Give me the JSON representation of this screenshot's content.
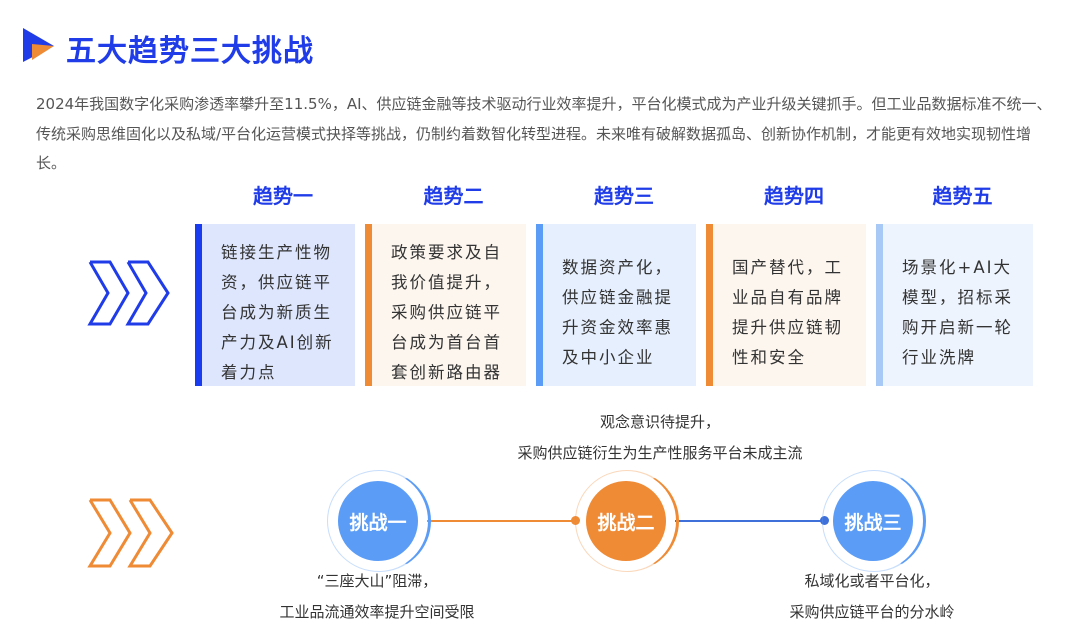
{
  "title": "五大趋势三大挑战",
  "intro": "2024年我国数字化采购渗透率攀升至11.5%，AI、供应链金融等技术驱动行业效率提升，平台化模式成为产业升级关键抓手。但工业品数据标准不统一、传统采购思维固化以及私域/平台化运营模式抉择等挑战，仍制约着数智化转型进程。未来唯有破解数据孤岛、创新协作机制，才能更有效地实现韧性增长。",
  "trends": [
    {
      "label": "趋势一",
      "text": "链接生产性物资，供应链平台成为新质生产力及AI创新着力点",
      "color": "#1a3cf0",
      "bg": "#dde6fc"
    },
    {
      "label": "趋势二",
      "text": "政策要求及自我价值提升，采购供应链平台成为首台首套创新路由器",
      "color": "#ef8a35",
      "bg": "#fcf6ef"
    },
    {
      "label": "趋势三",
      "text": "数据资产化，供应链金融提升资金效率惠及中小企业",
      "color": "#5b9cf6",
      "bg": "#e6effd"
    },
    {
      "label": "趋势四",
      "text": "国产替代，工业品自有品牌提升供应链韧性和安全",
      "color": "#ef8a35",
      "bg": "#fcf6ef"
    },
    {
      "label": "趋势五",
      "text": "场景化+AI大模型，招标采购开启新一轮行业洗牌",
      "color": "#a8c8f5",
      "bg": "#eef4fd"
    }
  ],
  "challenges": [
    {
      "label": "挑战一",
      "caption": [
        "“三座大山”阻滞，",
        "工业品流通效率提升空间受限"
      ],
      "color": "#5b9cf6"
    },
    {
      "label": "挑战二",
      "caption": [
        "观念意识待提升，",
        "采购供应链衍生为生产性服务平台未成主流"
      ],
      "color": "#ef8a35"
    },
    {
      "label": "挑战三",
      "caption": [
        "私域化或者平台化，",
        "采购供应链平台的分水岭"
      ],
      "color": "#5b9cf6"
    }
  ]
}
